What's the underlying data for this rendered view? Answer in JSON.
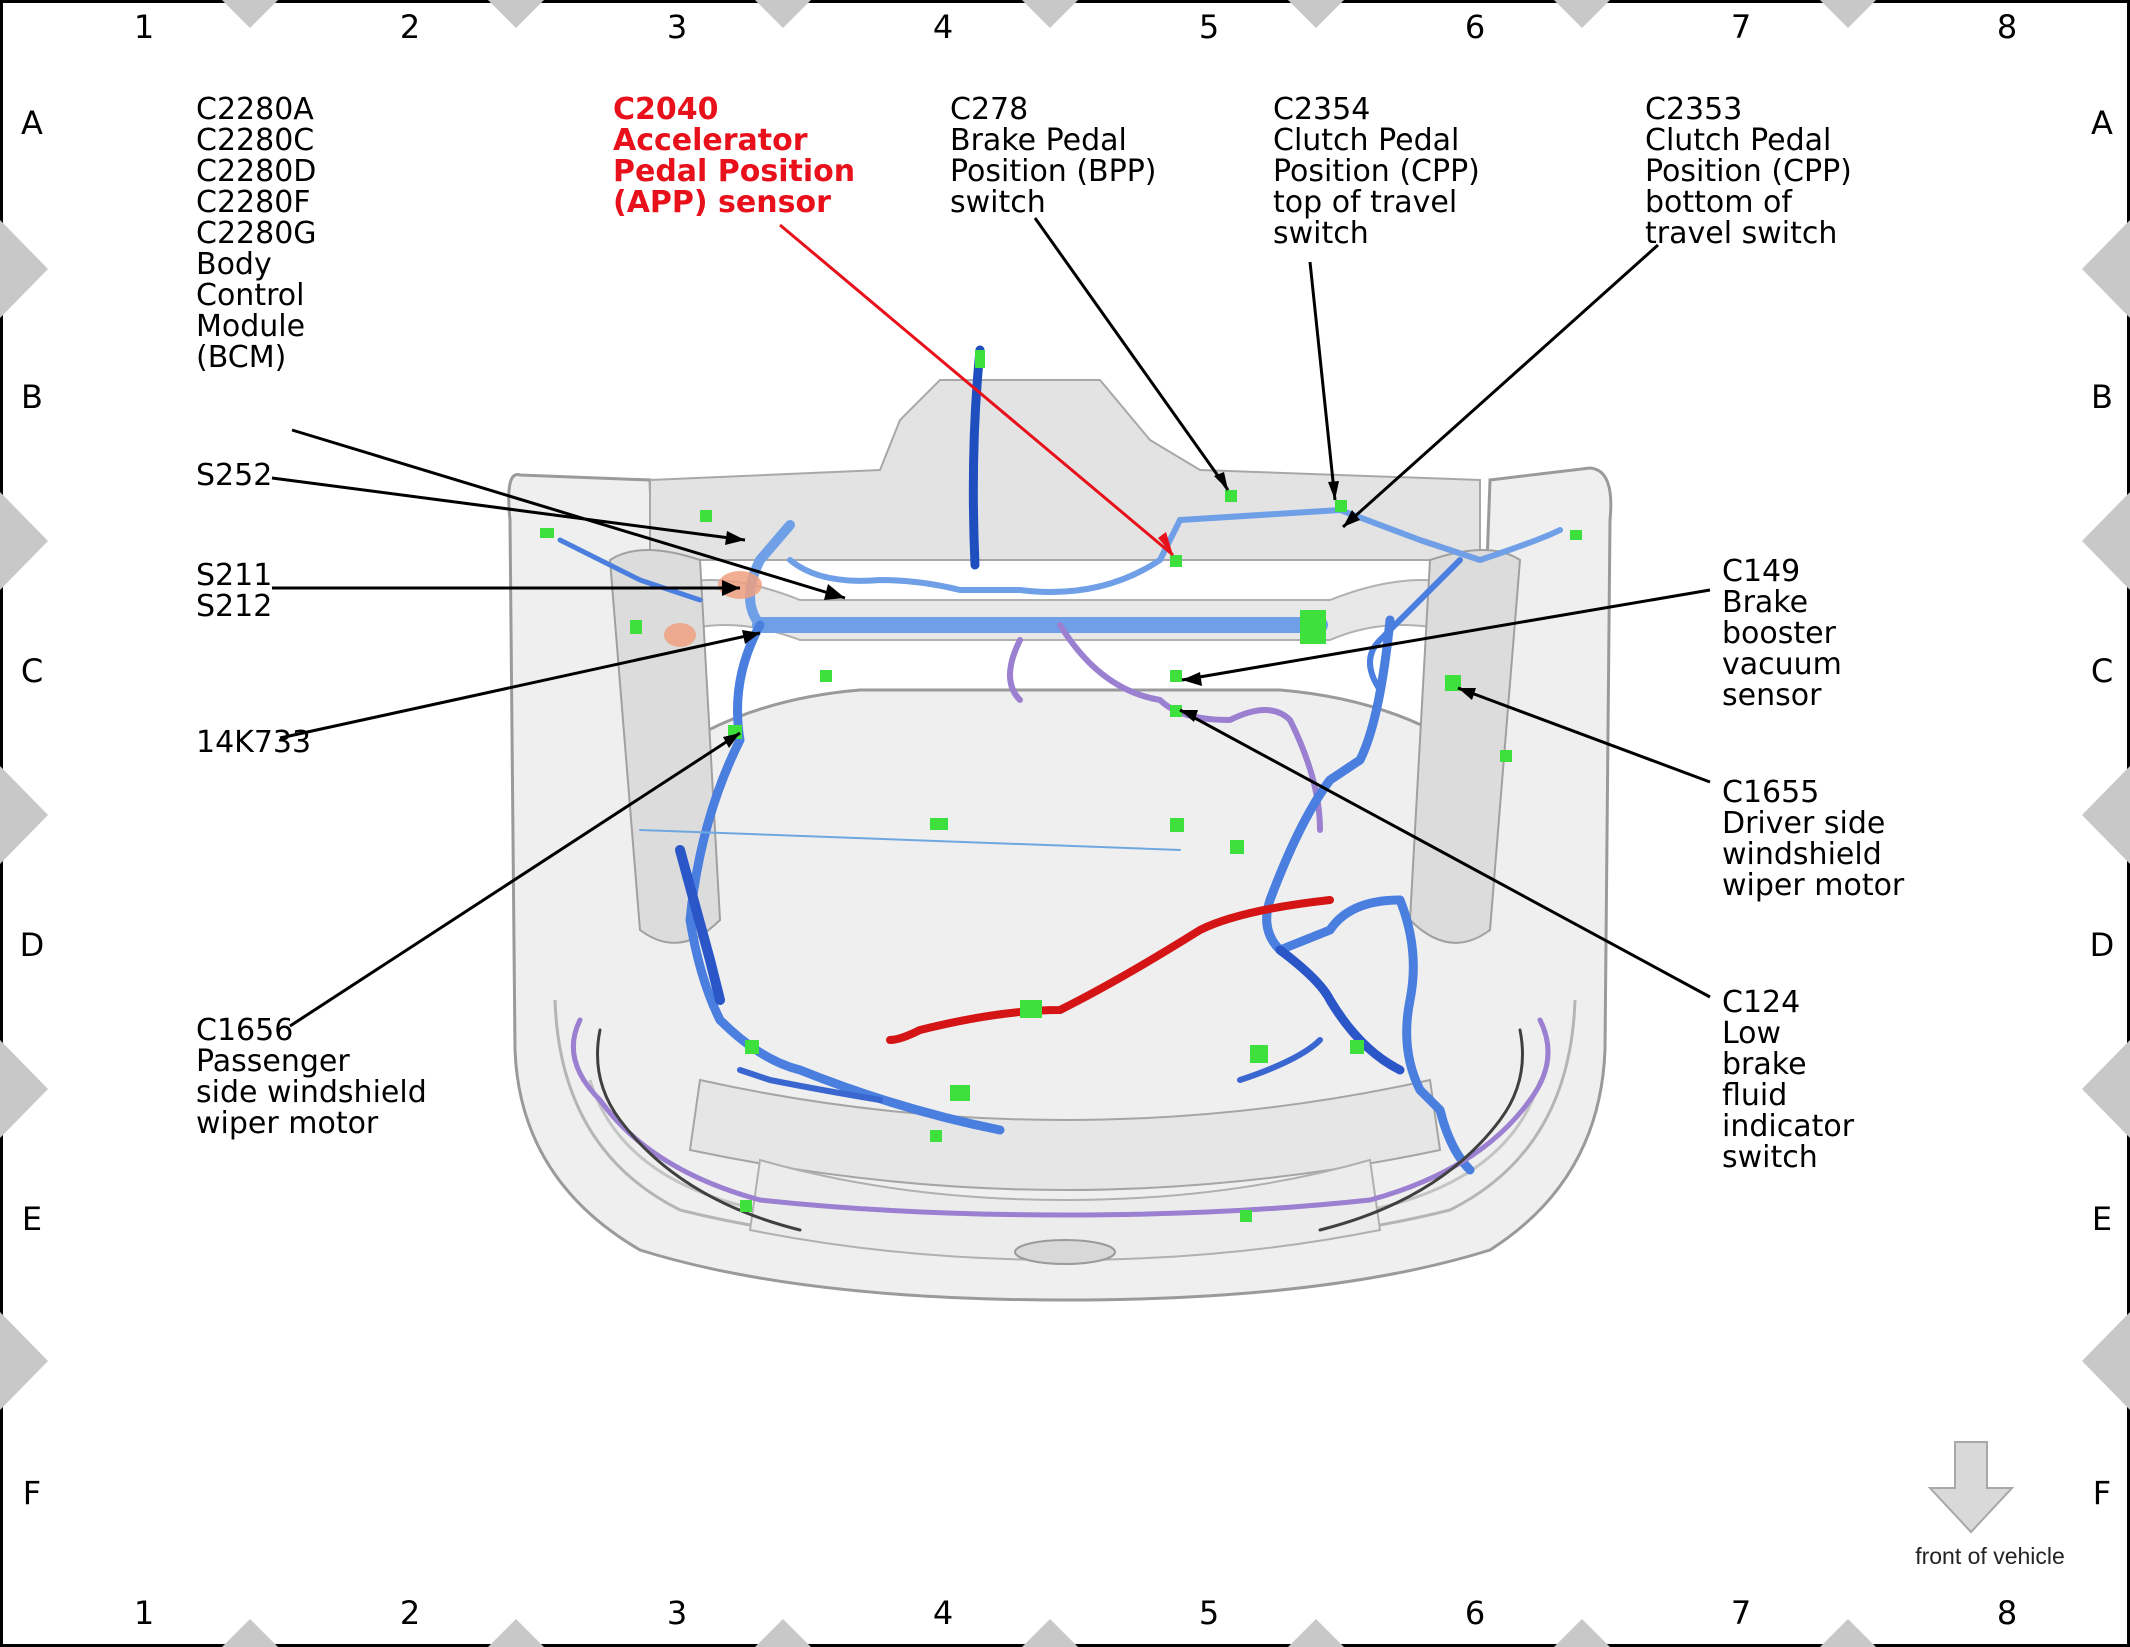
{
  "grid": {
    "columns": [
      "1",
      "2",
      "3",
      "4",
      "5",
      "6",
      "7",
      "8"
    ],
    "rows": [
      "A",
      "B",
      "C",
      "D",
      "E",
      "F"
    ]
  },
  "callouts": {
    "bcm": "C2280A\nC2280C\nC2280D\nC2280F\nC2280G\nBody\nControl\nModule\n(BCM)",
    "app_sensor": "C2040\nAccelerator\nPedal Position\n(APP) sensor",
    "bpp_switch": "C278\nBrake Pedal\nPosition (BPP)\nswitch",
    "cpp_top": "C2354\nClutch Pedal\nPosition (CPP)\ntop of travel\nswitch",
    "cpp_bottom": "C2353\nClutch Pedal\nPosition (CPP)\nbottom of\ntravel switch",
    "s252": "S252",
    "s211_s212": "S211\nS212",
    "harness_14k733": "14K733",
    "c1656": "C1656\nPassenger\nside windshield\nwiper motor",
    "c149": "C149\nBrake\nbooster\nvacuum\nsensor",
    "c1655": "C1655\nDriver side\nwindshield\nwiper motor",
    "c124": "C124\nLow\nbrake\nfluid\nindicator\nswitch"
  },
  "front_indicator": {
    "label": "front of vehicle",
    "icon": "down-arrow-icon"
  },
  "colors": {
    "highlight": "#e8101a",
    "connector": "#3ee03e",
    "harness_blue": "#6f9fe6",
    "harness_dark_blue": "#1f4fbf",
    "harness_purple": "#9b7fd0",
    "harness_red": "#d51515",
    "border_marker": "#c8c8c8"
  }
}
